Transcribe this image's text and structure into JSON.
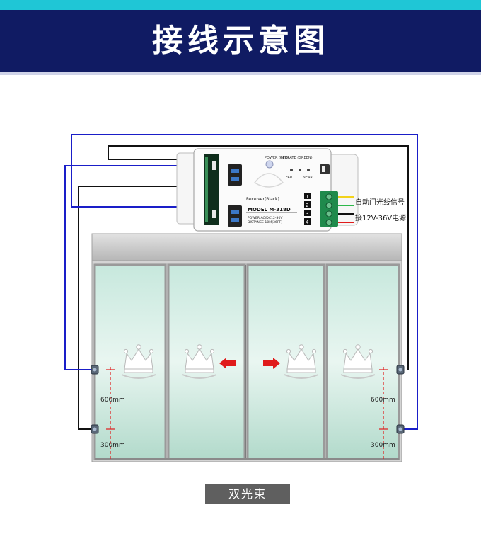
{
  "header": {
    "title": "接线示意图"
  },
  "device": {
    "power_label": "POWER\n(RED)",
    "operate_label": "OPERATE\n(GREEN)",
    "far_label": "FAR",
    "near_label": "NEAR",
    "receiver_label": "Receiver(Black)",
    "model_label": "MODEL M-318D",
    "power_spec": "POWER AC/DC12-30V",
    "distance_spec": "DISTANCE 10M(36FT)",
    "terminals": [
      "1",
      "2",
      "3",
      "4"
    ]
  },
  "wires": {
    "signal_label": "自动门光线信号",
    "power_label": "接12V-36V电源",
    "colors": {
      "signal_top": "#f2d21a",
      "signal_bottom": "#2db84a",
      "power_neg": "#000000",
      "power_pos": "#e01b1b",
      "loop_blue": "#1a1ec8",
      "loop_black": "#111111"
    }
  },
  "measurements": {
    "upper": "600mm",
    "lower": "300mm"
  },
  "caption": "双光束",
  "icons": [
    "crown-emblem-icon",
    "arrow-left-icon",
    "arrow-right-icon",
    "sensor-head-icon"
  ]
}
